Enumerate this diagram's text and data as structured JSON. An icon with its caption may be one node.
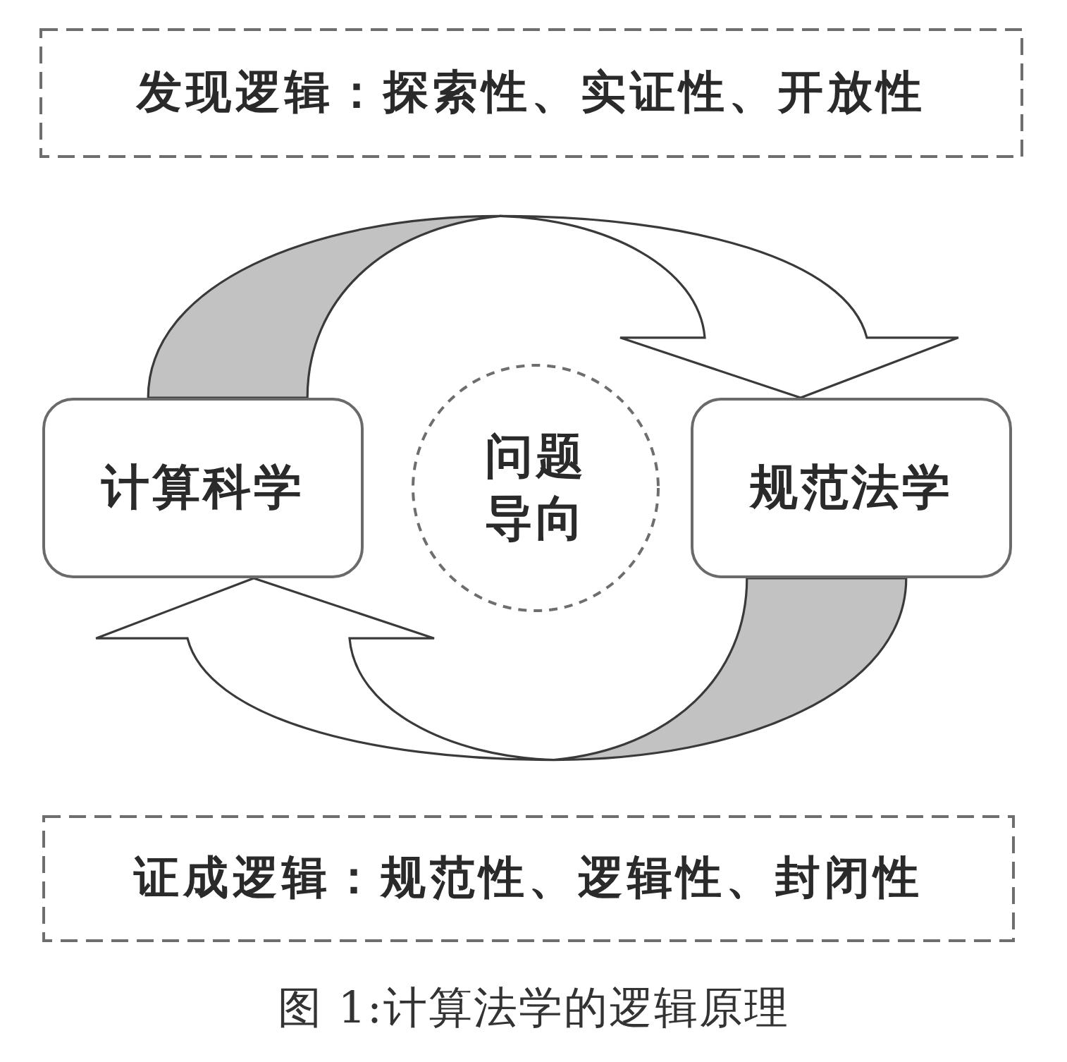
{
  "diagram": {
    "caption": "图 1:计算法学的逻辑原理",
    "nodes": [
      {
        "text": [
          "发现逻辑：探索性、实证性、开放性"
        ]
      },
      {
        "text": [
          "计算科学"
        ]
      },
      {
        "text": [
          "问题导向"
        ]
      },
      {
        "text": [
          "规范法学"
        ]
      },
      {
        "text": [
          "证成逻辑：规范性、逻辑性、封闭性"
        ]
      }
    ],
    "edges": [
      {
        "from": 1,
        "to": 3,
        "arrow": "to"
      },
      {
        "from": 3,
        "to": 1,
        "arrow": "to"
      }
    ]
  }
}
